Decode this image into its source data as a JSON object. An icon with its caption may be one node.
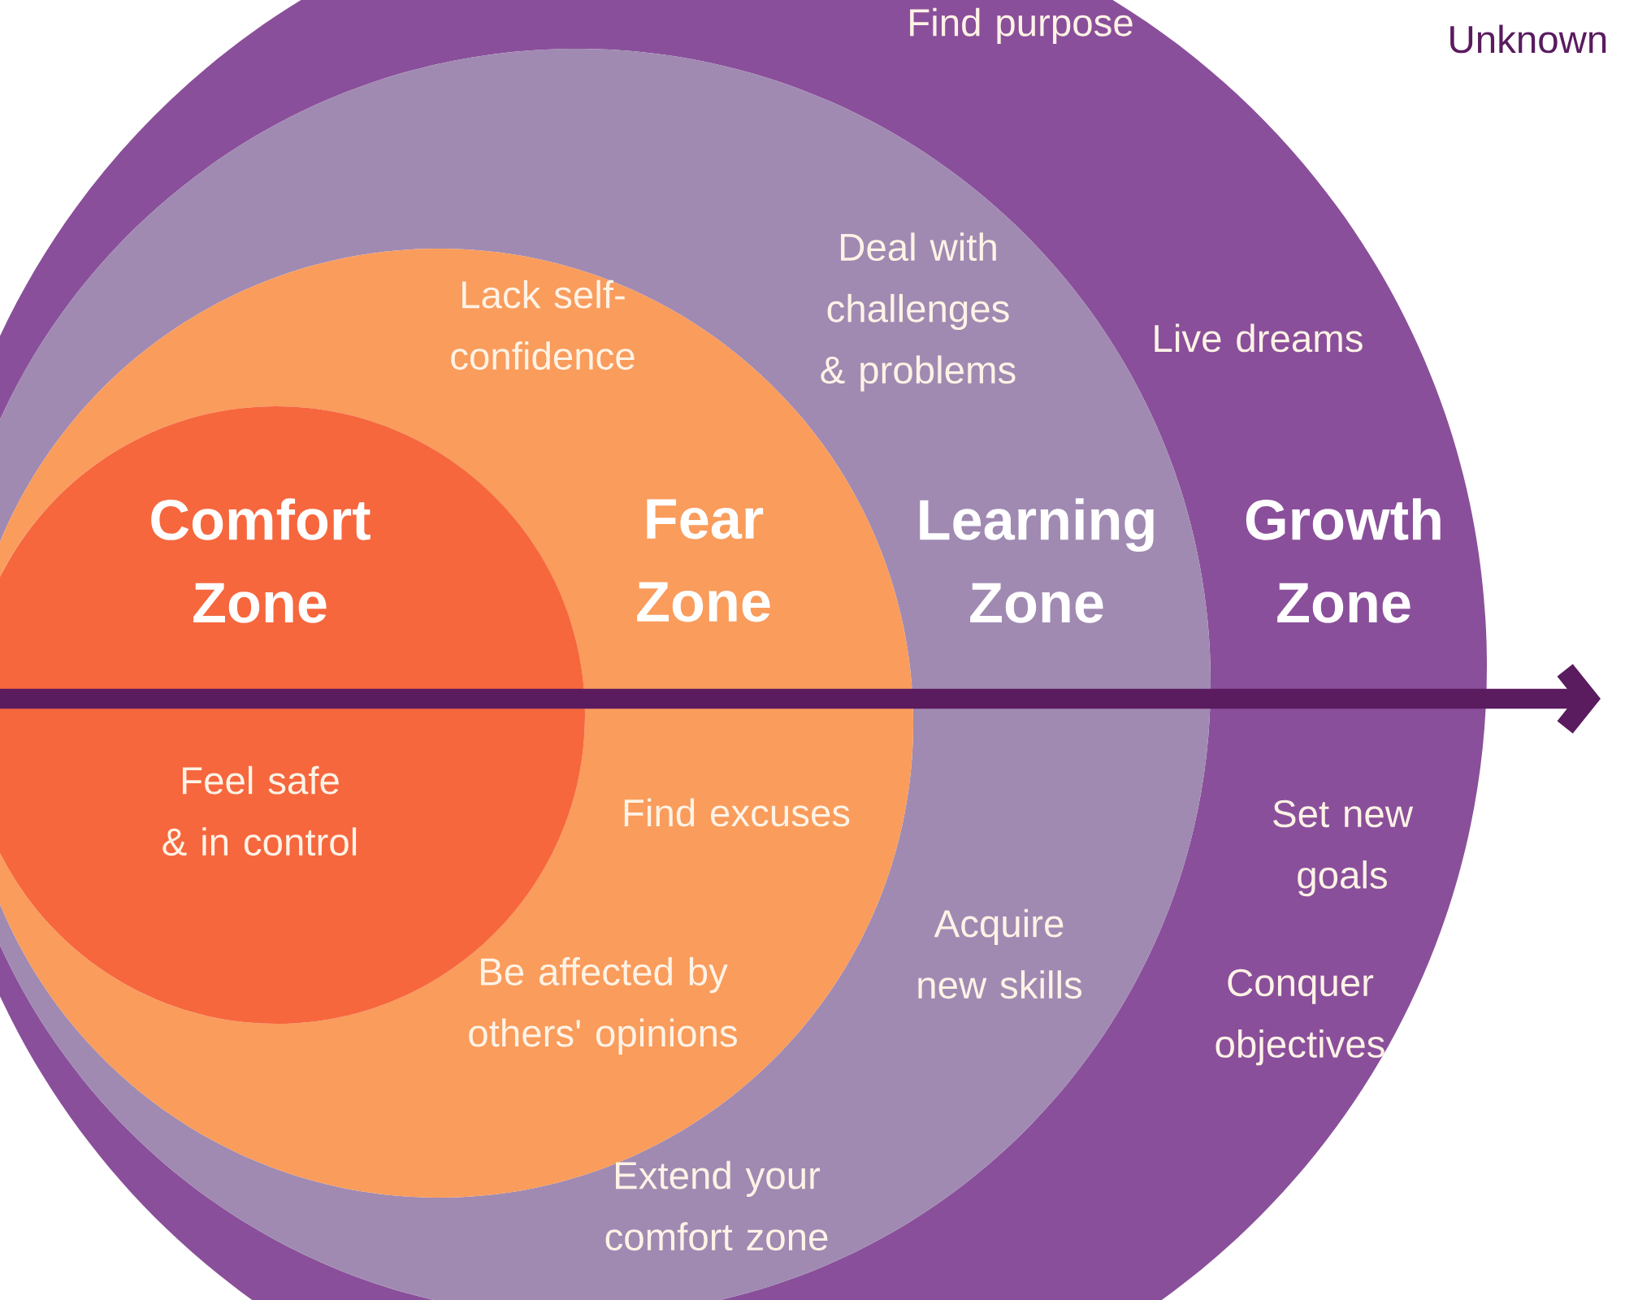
{
  "diagram": {
    "nodes": [
      {
        "text": [
          "Find purpose",
          "Live dreams",
          "Growth Zone",
          "Set new goals",
          "Conquer objectives"
        ]
      },
      {
        "text": [
          "Deal with challenges & problems",
          "Learning Zone",
          "Acquire new skills",
          "Extend your comfort zone"
        ],
        "in": 0
      },
      {
        "text": [
          "Lack self-confidence",
          "Fear Zone",
          "Find excuses",
          "Be affected by others' opinions"
        ],
        "in": 1
      },
      {
        "text": [
          "Comfort Zone",
          "Feel safe & in control"
        ],
        "in": 2
      }
    ],
    "labels": [
      "Unknown"
    ]
  }
}
